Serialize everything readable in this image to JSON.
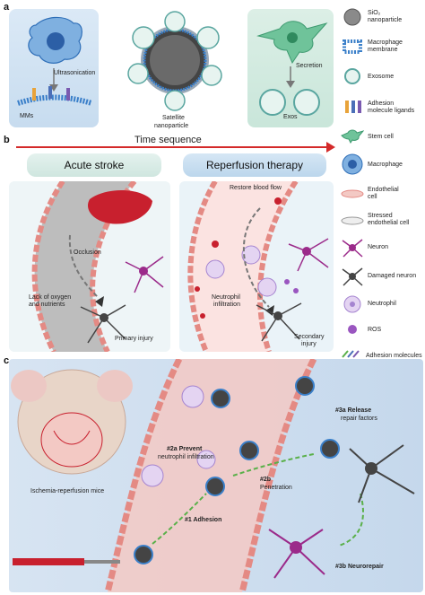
{
  "panel_a": {
    "letter": "a",
    "mms_label": "MMs",
    "ultrasonication": "Ultrasonication",
    "satellite_label_1": "Satellite",
    "satellite_label_2": "nanoparticle",
    "secretion": "Secretion",
    "exos_label": "Exos"
  },
  "legend": [
    {
      "icon": "sio2-nanoparticle-icon",
      "line1": "SiO₂",
      "line2": "nanoparticle"
    },
    {
      "icon": "macrophage-membrane-icon",
      "line1": "Macrophage",
      "line2": "membrane"
    },
    {
      "icon": "exosome-icon",
      "line1": "Exosome",
      "line2": ""
    },
    {
      "icon": "adhesion-ligand-icon",
      "line1": "Adhesion",
      "line2": "molecule ligands"
    },
    {
      "icon": "stem-cell-icon",
      "line1": "Stem cell",
      "line2": ""
    },
    {
      "icon": "macrophage-icon",
      "line1": "Macrophage",
      "line2": ""
    },
    {
      "icon": "endothelial-cell-icon",
      "line1": "Endothelial",
      "line2": "cell"
    },
    {
      "icon": "stressed-endothelial-icon",
      "line1": "Stressed",
      "line2": "endothelial cell"
    },
    {
      "icon": "neuron-icon",
      "line1": "Neuron",
      "line2": ""
    },
    {
      "icon": "damaged-neuron-icon",
      "line1": "Damaged neuron",
      "line2": ""
    },
    {
      "icon": "neutrophil-icon",
      "line1": "Neutrophil",
      "line2": ""
    },
    {
      "icon": "ros-icon",
      "line1": "ROS",
      "line2": ""
    },
    {
      "icon": "adhesion-molecules-icon",
      "line1": "Adhesion molecules",
      "line2": ""
    }
  ],
  "panel_b": {
    "letter": "b",
    "time_sequence": "Time sequence",
    "acute_stroke": "Acute stroke",
    "reperfusion_therapy": "Reperfusion therapy",
    "occlusion": "Occlusion",
    "lack_1": "Lack of oxygen",
    "lack_2": "and nutrients",
    "primary_injury": "Primary injury",
    "restore_blood_flow": "Restore blood flow",
    "neutrophil_1": "Neutrophil",
    "neutrophil_2": "infiltration",
    "secondary_1": "Secondary",
    "secondary_2": "injury"
  },
  "panel_c": {
    "letter": "c",
    "mice_label": "Ischemia-reperfusion mice",
    "step_2a_1": "#2a Prevent",
    "step_2a_2": "neutrophil infiltration",
    "step_2b_1": "#2b",
    "step_2b_2": "Penetration",
    "step_1": "#1 Adhesion",
    "step_3a_1": "#3a Release",
    "step_3a_2": "repair factors",
    "step_3b": "#3b Neurorepair"
  },
  "colors": {
    "membrane_blue": "#3a7fc9",
    "vessel_pink": "#f3c9c4",
    "endothelium": "#e48a84",
    "neuron_purple": "#9b2a8a",
    "damaged_gray": "#444444",
    "stem_green": "#4fb07a",
    "banner_blue": "#bcd6ec",
    "time_red": "#d42a2a"
  }
}
